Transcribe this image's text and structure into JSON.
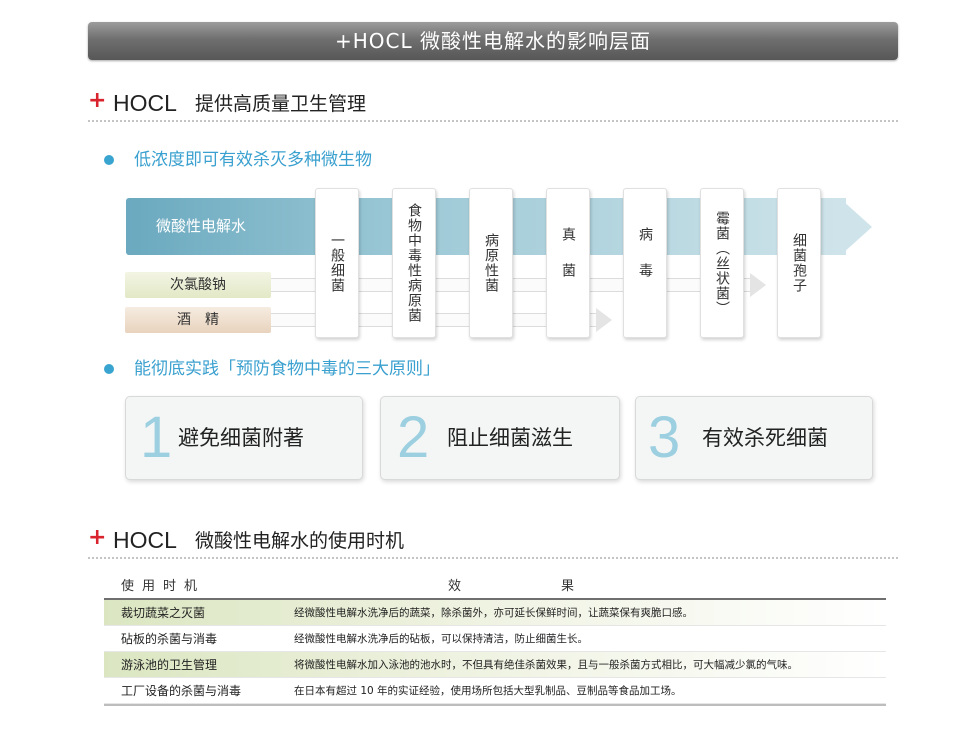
{
  "banner": {
    "title": "+HOCL 微酸性电解水的影响层面"
  },
  "section1": {
    "plus": "+",
    "hocl": "HOCL",
    "title": "提供高质量卫生管理",
    "bullet1": "低浓度即可有效杀灭多种微生物",
    "arrow_label": "微酸性电解水",
    "agents": [
      "次氯酸钠",
      "酒　精"
    ],
    "microbes": [
      "一般细菌",
      "食物中毒性病原菌",
      "病原性菌",
      "真菌",
      "病毒",
      "霉菌（丝状菌）",
      "细菌孢子"
    ],
    "bullet2": "能彻底实践「预防食物中毒的三大原则」",
    "principles": [
      {
        "num": "1",
        "text": "避免细菌附著"
      },
      {
        "num": "2",
        "text": "阻止细菌滋生"
      },
      {
        "num": "3",
        "text": "有效杀死细菌"
      }
    ]
  },
  "section2": {
    "plus": "+",
    "hocl": "HOCL",
    "title": "微酸性电解水的使用时机",
    "table": {
      "headers": [
        "使用时机",
        "效果"
      ],
      "rows": [
        [
          "裁切蔬菜之灭菌",
          "经微酸性电解水洗净后的蔬菜，除杀菌外，亦可延长保鲜时间，让蔬菜保有爽脆口感。"
        ],
        [
          "砧板的杀菌与消毒",
          "经微酸性电解水洗净后的砧板，可以保持清洁，防止细菌生长。"
        ],
        [
          "游泳池的卫生管理",
          "将微酸性电解水加入泳池的池水时，不但具有绝佳杀菌效果，且与一般杀菌方式相比，可大幅减少氯的气味。"
        ],
        [
          "工厂设备的杀菌与消毒",
          "在日本有超过 10 年的实证经验，使用场所包括大型乳制品、豆制品等食品加工场。"
        ]
      ]
    }
  },
  "colors": {
    "accent_red": "#d9232e",
    "accent_blue": "#3aa0cf",
    "row_highlight": "#dbe6c1"
  }
}
